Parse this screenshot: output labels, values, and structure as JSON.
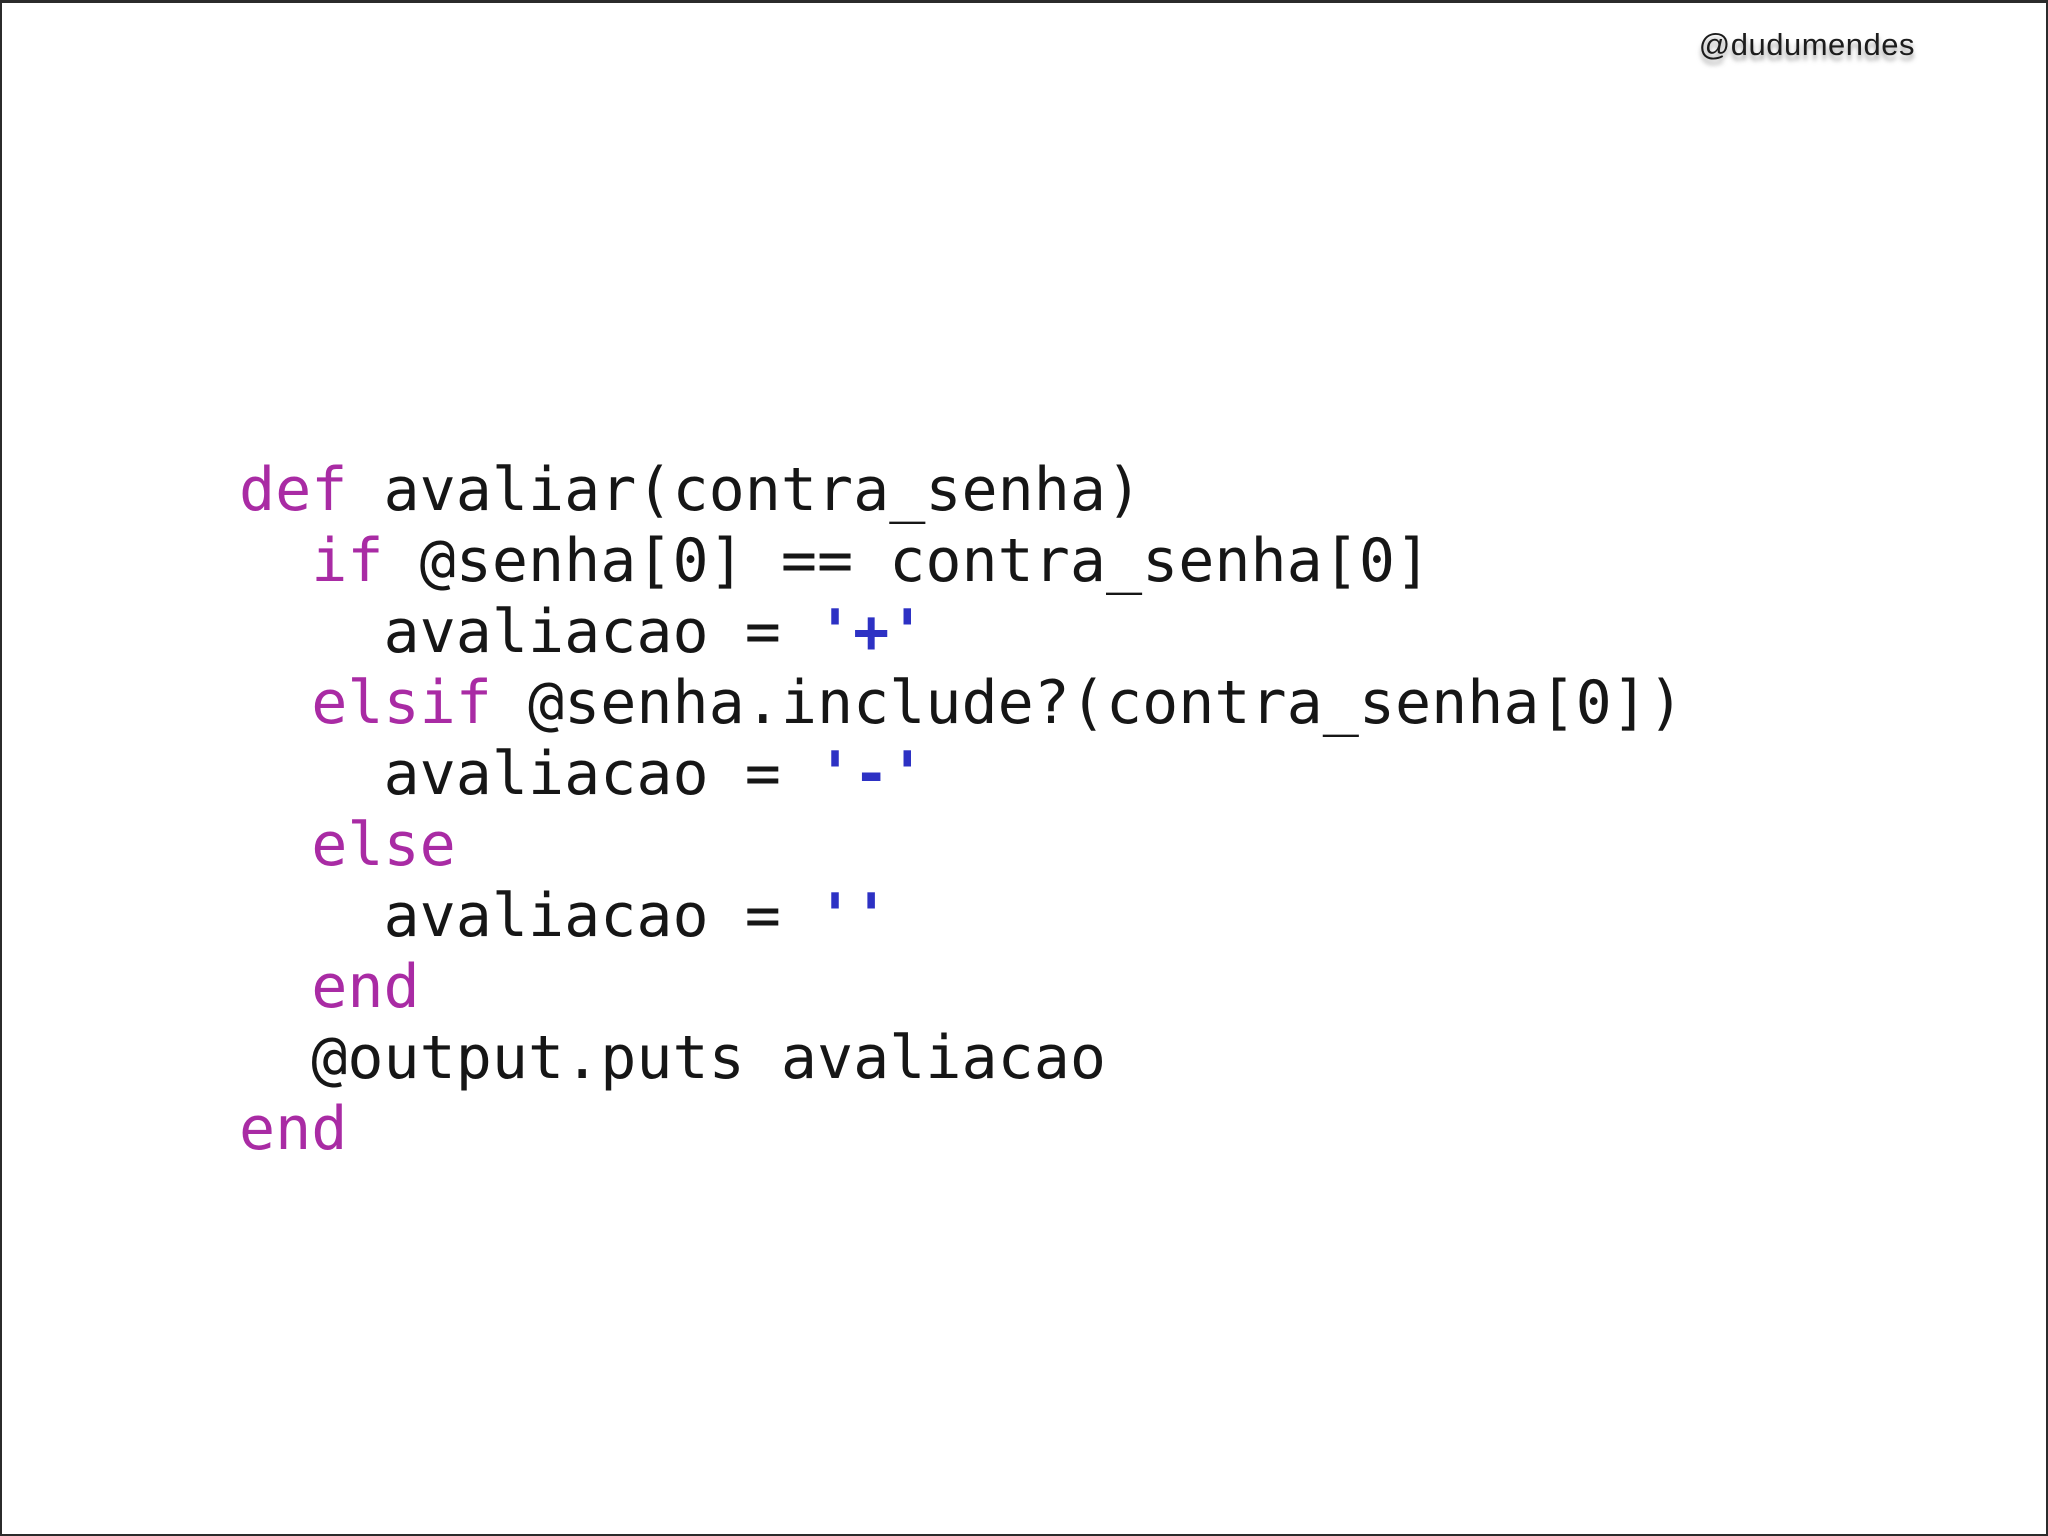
{
  "watermark": "@dudumendes",
  "colors": {
    "keyword": "#A92BA4",
    "string": "#2D31C4",
    "code": "#161616",
    "background": "#ffffff",
    "frame": "#2b2b2b"
  },
  "code": {
    "language": "ruby",
    "lines": [
      [
        {
          "t": "def",
          "c": "keyword"
        },
        {
          "t": " avaliar(contra_senha)",
          "c": "plain"
        }
      ],
      [
        {
          "t": "  ",
          "c": "plain"
        },
        {
          "t": "if",
          "c": "keyword"
        },
        {
          "t": " @senha[0] == contra_senha[0]",
          "c": "plain"
        }
      ],
      [
        {
          "t": "    avaliacao = ",
          "c": "plain"
        },
        {
          "t": "'+'",
          "c": "string"
        }
      ],
      [
        {
          "t": "  ",
          "c": "plain"
        },
        {
          "t": "elsif",
          "c": "keyword"
        },
        {
          "t": " @senha.include?(contra_senha[0])",
          "c": "plain"
        }
      ],
      [
        {
          "t": "    avaliacao = ",
          "c": "plain"
        },
        {
          "t": "'-'",
          "c": "string"
        }
      ],
      [
        {
          "t": "  ",
          "c": "plain"
        },
        {
          "t": "else",
          "c": "keyword"
        }
      ],
      [
        {
          "t": "    avaliacao = ",
          "c": "plain"
        },
        {
          "t": "''",
          "c": "string"
        }
      ],
      [
        {
          "t": "  ",
          "c": "plain"
        },
        {
          "t": "end",
          "c": "keyword"
        }
      ],
      [
        {
          "t": "  @output.puts avaliacao",
          "c": "plain"
        }
      ],
      [
        {
          "t": "end",
          "c": "keyword"
        }
      ]
    ]
  }
}
